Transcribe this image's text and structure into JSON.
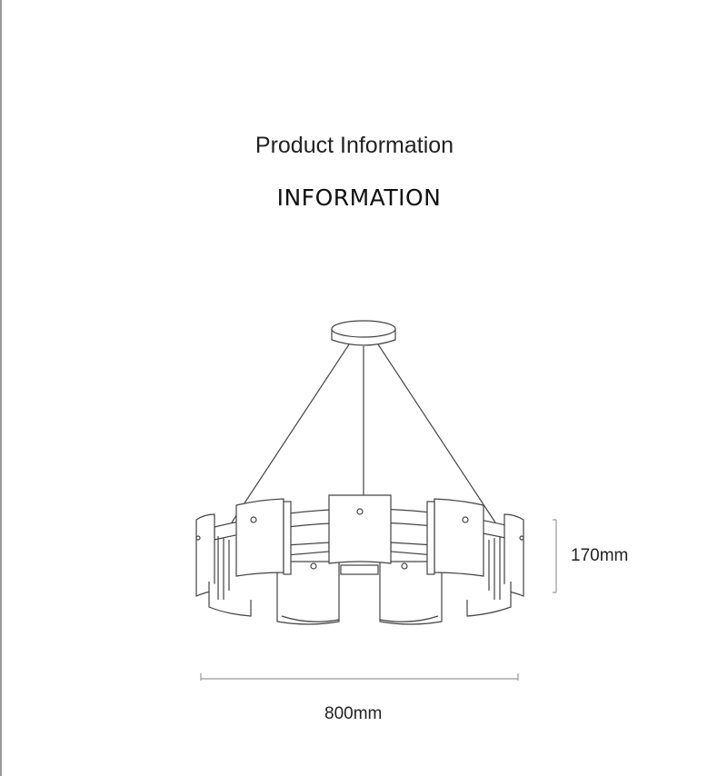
{
  "header": {
    "title": "Product Information",
    "subtitle": "INFORMATION"
  },
  "dimensions": {
    "height": "170mm",
    "width": "800mm"
  }
}
